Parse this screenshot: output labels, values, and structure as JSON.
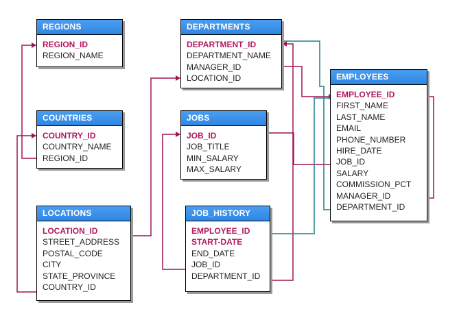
{
  "colors": {
    "primary_key": "#b0195e",
    "fk_link": "#a11454",
    "fk_link_alt": "#1f7f86",
    "header_bg": "#3a8ee8"
  },
  "tables": {
    "regions": {
      "title": "REGIONS",
      "fields": [
        "REGION_ID",
        "REGION_NAME"
      ]
    },
    "countries": {
      "title": "COUNTRIES",
      "fields": [
        "COUNTRY_ID",
        "COUNTRY_NAME",
        "REGION_ID"
      ]
    },
    "locations": {
      "title": "LOCATIONS",
      "fields": [
        "LOCATION_ID",
        "STREET_ADDRESS",
        "POSTAL_CODE",
        "CITY",
        "STATE_PROVINCE",
        "COUNTRY_ID"
      ]
    },
    "departments": {
      "title": "DEPARTMENTS",
      "fields": [
        "DEPARTMENT_ID",
        "DEPARTMENT_NAME",
        "MANAGER_ID",
        "LOCATION_ID"
      ]
    },
    "jobs": {
      "title": "JOBS",
      "fields": [
        "JOB_ID",
        "JOB_TITLE",
        "MIN_SALARY",
        "MAX_SALARY"
      ]
    },
    "job_history": {
      "title": "JOB_HISTORY",
      "fields": [
        "EMPLOYEE_ID",
        "START-DATE",
        "END_DATE",
        "JOB_ID",
        "DEPARTMENT_ID"
      ]
    },
    "employees": {
      "title": "EMPLOYEES",
      "fields": [
        "EMPLOYEE_ID",
        "FIRST_NAME",
        "LAST_NAME",
        "EMAIL",
        "PHONE_NUMBER",
        "HIRE_DATE",
        "JOB_ID",
        "SALARY",
        "COMMISSION_PCT",
        "MANAGER_ID",
        "DEPARTMENT_ID"
      ]
    }
  }
}
